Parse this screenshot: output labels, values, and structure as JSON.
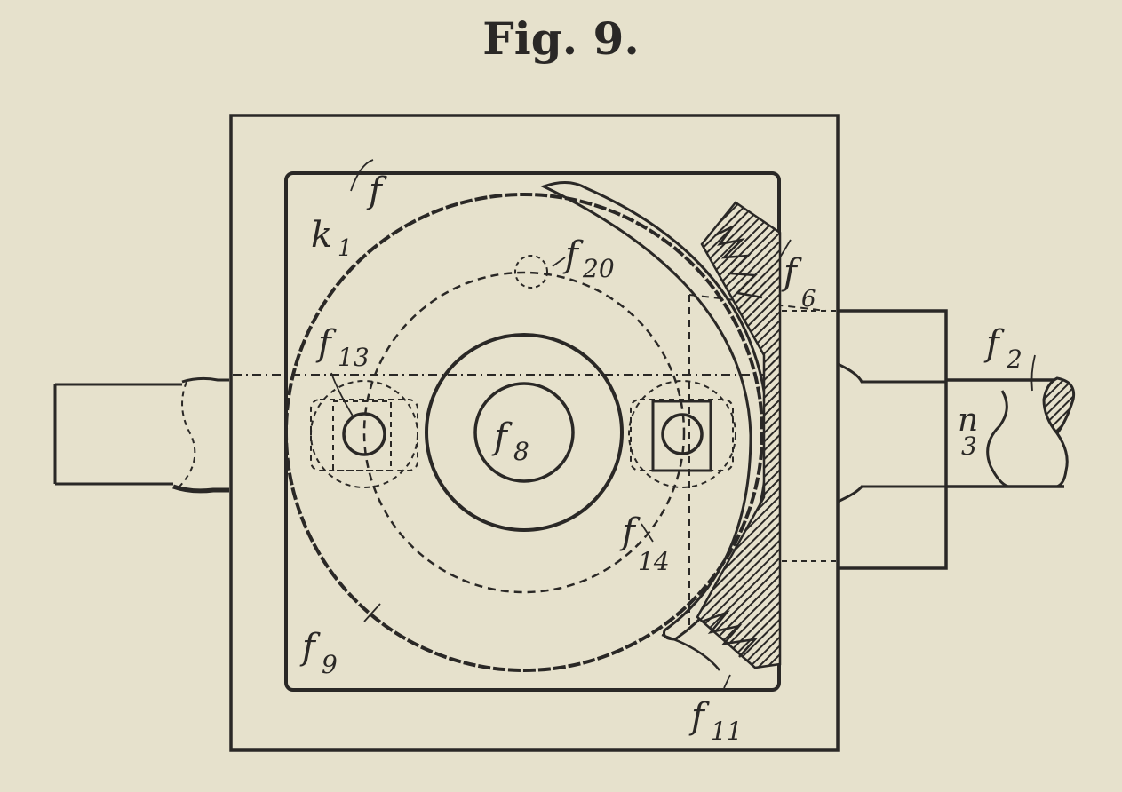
{
  "figure": {
    "title": "Fig. 9.",
    "colors": {
      "paper": "#e6e1cc",
      "ink": "#2a2826"
    }
  },
  "labels": {
    "k1": "k",
    "k1_sub": "1",
    "f": "f",
    "f20": "20",
    "f6": "6",
    "f13": "13",
    "f2": "2",
    "f8": "8",
    "n3": "n",
    "n3_sub": "3",
    "f14": "14",
    "f9": "9",
    "f11": "11"
  }
}
